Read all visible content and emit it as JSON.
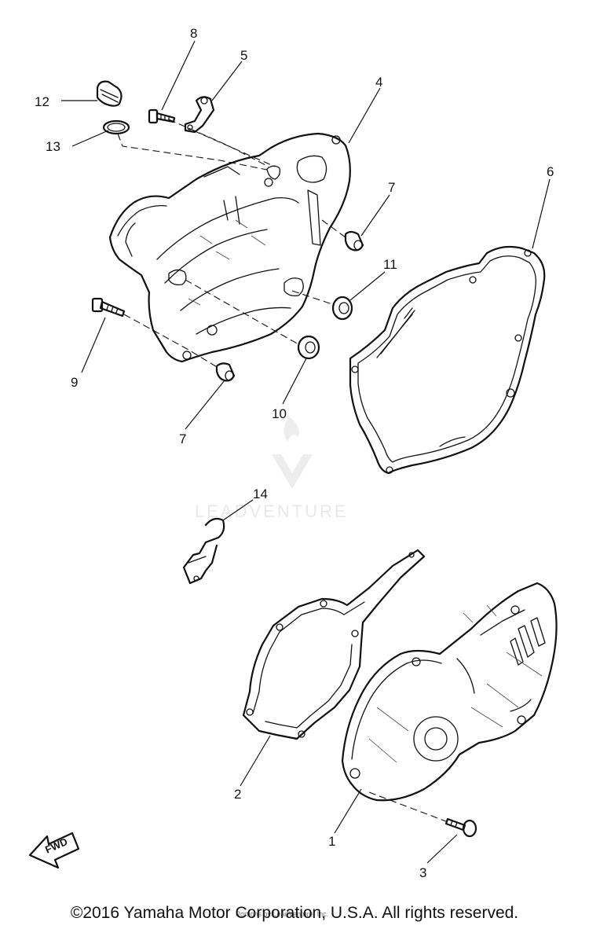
{
  "diagram": {
    "callouts": {
      "c1": "1",
      "c2": "2",
      "c3": "3",
      "c4": "4",
      "c5": "5",
      "c6": "6",
      "c7a": "7",
      "c7b": "7",
      "c8": "8",
      "c9": "9",
      "c10": "10",
      "c11": "11",
      "c12": "12",
      "c13": "13",
      "c14": "14"
    },
    "fwd_label": "FWD",
    "watermark": "LEADVENTURE",
    "watermark_small": "Portions by LeadVenture, Inc."
  },
  "footer": {
    "copyright": "©2016 Yamaha Motor Corporation, U.S.A. All rights reserved."
  }
}
